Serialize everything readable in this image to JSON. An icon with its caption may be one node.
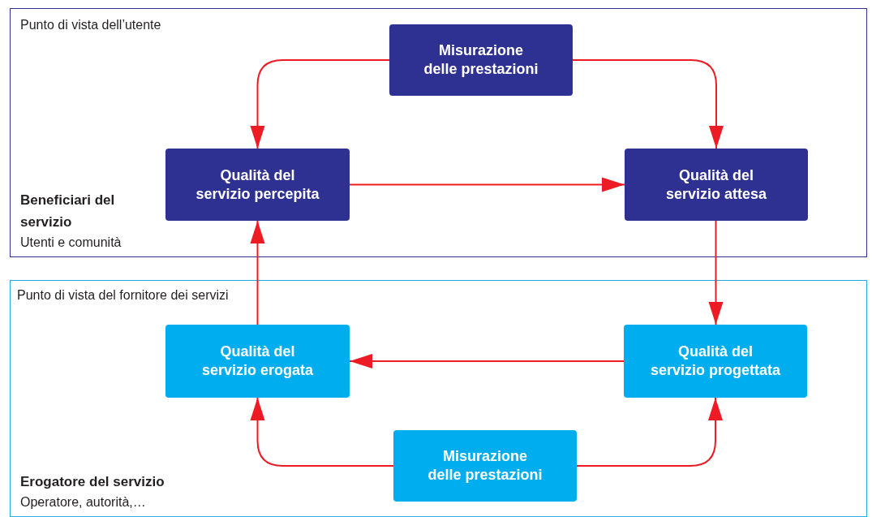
{
  "diagram": {
    "nodes": [
      {
        "text": [
          "Punto di vista dell’utente",
          "Beneficiari del servizio",
          "Utenti e comunità"
        ]
      },
      {
        "text": [
          "Misurazione delle prestazioni"
        ],
        "in": 0
      },
      {
        "text": [
          "Qualità del servizio percepita"
        ],
        "in": 0
      },
      {
        "text": [
          "Qualità del servizio attesa"
        ],
        "in": 0
      },
      {
        "text": [
          "Punto di vista del fornitore dei servizi",
          "Erogatore del servizio",
          "Operatore, autorità,…"
        ]
      },
      {
        "text": [
          "Qualità del servizio erogata"
        ],
        "in": 4
      },
      {
        "text": [
          "Qualità del servizio progettata"
        ],
        "in": 4
      },
      {
        "text": [
          "Misurazione delle prestazioni"
        ],
        "in": 4
      }
    ],
    "edges": [
      {
        "from": 1,
        "to": 2,
        "arrow": "to"
      },
      {
        "from": 1,
        "to": 3,
        "arrow": "to"
      },
      {
        "from": 2,
        "to": 3,
        "arrow": "to"
      },
      {
        "from": 3,
        "to": 6,
        "arrow": "to"
      },
      {
        "from": 6,
        "to": 5,
        "arrow": "to"
      },
      {
        "from": 5,
        "to": 2,
        "arrow": "to"
      },
      {
        "from": 7,
        "to": 5,
        "arrow": "to"
      },
      {
        "from": 7,
        "to": 6,
        "arrow": "to"
      }
    ]
  }
}
